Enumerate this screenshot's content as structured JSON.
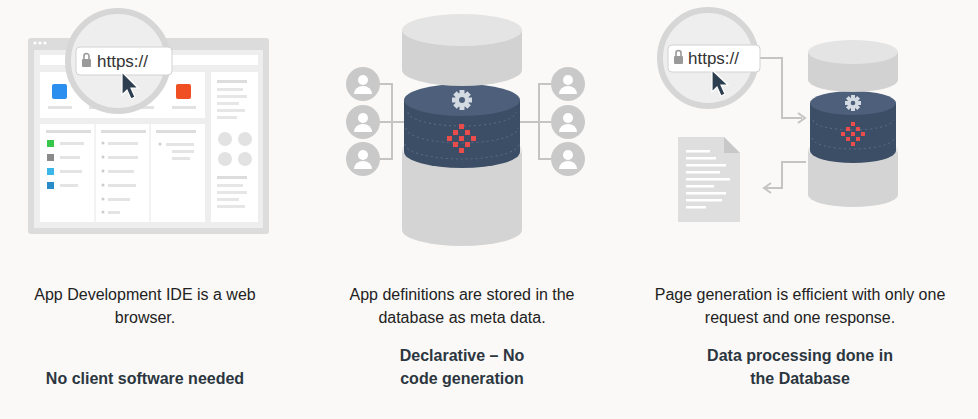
{
  "diagram": {
    "labels": [
      "https://",
      "App Development IDE is a web browser.",
      "No client software needed",
      "App definitions are stored in the database as meta data.",
      "Declarative – No code generation",
      "https://",
      "Page generation is efficient with only one request and one response.",
      "Data processing done in the Database"
    ]
  }
}
